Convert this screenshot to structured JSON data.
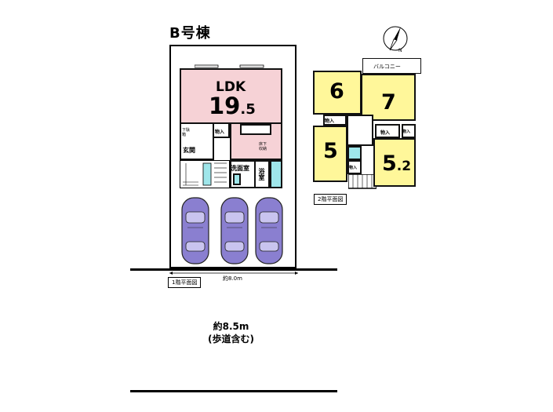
{
  "title": "B号棟",
  "floor1": {
    "ldk_label": "LDK",
    "ldk_size_int": "19",
    "ldk_size_dec": ".5",
    "storage": "物入",
    "entrance": "玄関",
    "washroom": "洗面室",
    "bathroom": "浴室",
    "shoe_storage": "下駄箱",
    "under_storage": "床下収納",
    "plan_label": "1階平面図",
    "width_dim": "約8.0m"
  },
  "floor2": {
    "balcony": "バルコニー",
    "room6": "6",
    "room7": "7",
    "room5": "5",
    "room52_int": "5",
    "room52_dec": ".2",
    "storage": "物入",
    "plan_label": "2階平面図"
  },
  "depth_dim_line1": "約8.5m",
  "depth_dim_line2": "(歩道含む)",
  "compass_label": "N",
  "colors": {
    "ldk": "#f6d2d6",
    "rooms": "#fff79a",
    "water": "#9fe6ea",
    "car": "#8a7fd0"
  }
}
